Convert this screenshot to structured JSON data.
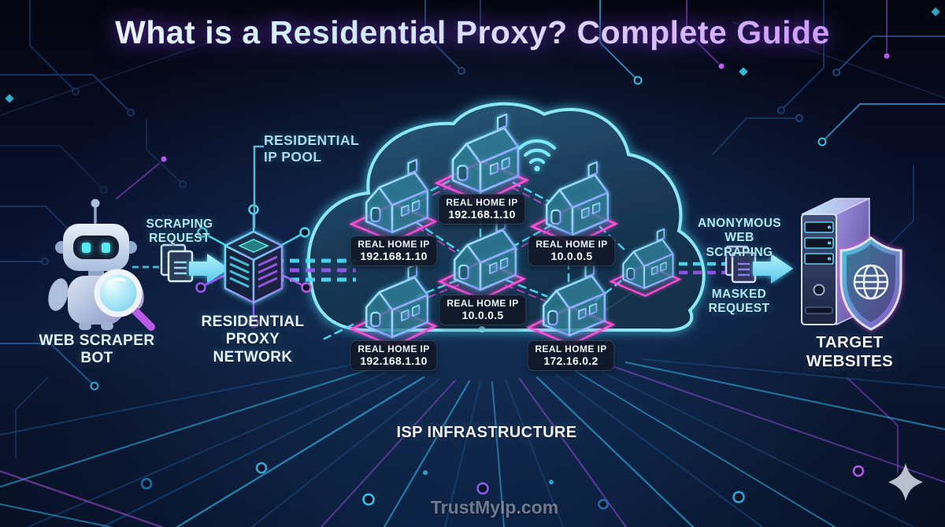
{
  "title": "What is a Residential Proxy? Complete Guide",
  "watermark": "TrustMyIp.com",
  "flow": {
    "bot_label": "WEB SCRAPER BOT",
    "scraping_request_label": "SCRAPING REQUEST",
    "proxy_network_label": "RESIDENTIAL PROXY NETWORK",
    "ip_pool_label": "RESIDENTIAL IP POOL",
    "anonymous_label": "ANONYMOUS WEB SCRAPING",
    "masked_request_label": "MASKED REQUEST",
    "target_label": "TARGET WEBSITES",
    "isp_label": "ISP INFRASTRUCTURE"
  },
  "cloud": {
    "houses": [
      {
        "position": "top",
        "name": "REAL HOME IP",
        "ip": "192.168.1.10"
      },
      {
        "position": "upper-left",
        "name": "REAL HOME IP",
        "ip": "192.168.1.10"
      },
      {
        "position": "upper-right",
        "name": "REAL HOME IP",
        "ip": "10.0.0.5"
      },
      {
        "position": "center",
        "name": "REAL HOME IP",
        "ip": "10.0.0.5"
      },
      {
        "position": "lower-left",
        "name": "REAL HOME IP",
        "ip": "192.168.1.10"
      },
      {
        "position": "lower-right",
        "name": "REAL HOME IP",
        "ip": "172.16.0.2"
      }
    ]
  },
  "icons": {
    "left": [
      "robot-scraper-icon",
      "documents-icon",
      "arrow-right-icon",
      "proxy-server-cube-icon"
    ],
    "cloud": [
      "cloud-shape",
      "house-icon",
      "wifi-icon"
    ],
    "right": [
      "documents-icon",
      "arrow-right-icon",
      "server-tower-icon",
      "shield-globe-icon"
    ],
    "decor": [
      "circuit-traces",
      "sparkle-icon"
    ]
  },
  "colors": {
    "background": "#070b20",
    "accent_cyan": "#54dcf2",
    "accent_magenta": "#ff4fd8",
    "accent_purple": "#9a6cf5",
    "label_cyan": "#b4e9f6",
    "label_white": "#f3f7fb",
    "chip_bg": "#101726"
  }
}
